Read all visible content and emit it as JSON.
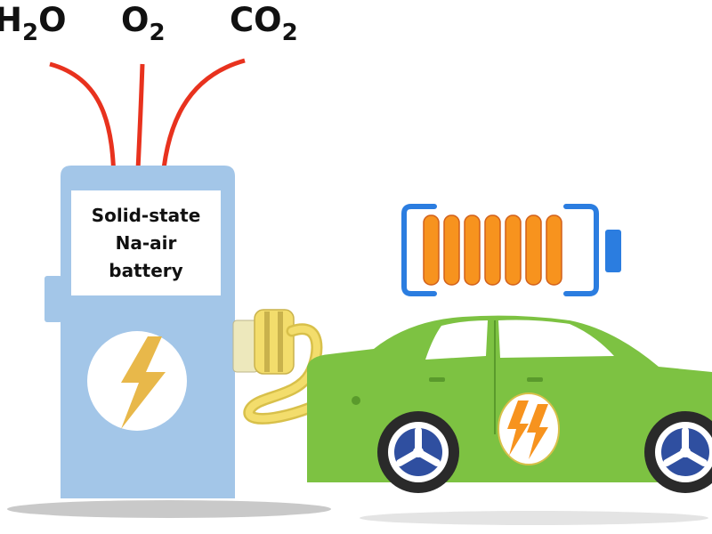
{
  "gases": {
    "h2o": {
      "main": "H",
      "sub": "2",
      "tail": "O"
    },
    "o2": {
      "main": "O",
      "sub": "2"
    },
    "co2": {
      "main": "CO",
      "sub": "2"
    }
  },
  "station": {
    "label_line1": "Solid-state",
    "label_line2": "Na-air",
    "label_line3": "battery"
  },
  "battery_gauge": {
    "segments": 7,
    "charge_fraction": 1.0
  },
  "colors": {
    "arrow": "#e8321e",
    "station_body": "#a3c6e8",
    "station_shadow": "#c9c9c9",
    "car_body": "#7dc242",
    "car_window": "#ffffff",
    "battery_frame": "#2b7de0",
    "battery_cell": "#f7931e",
    "bolt": "#e8b84a",
    "cable": "#f3dd6c"
  },
  "icons": [
    "lightning-bolt-icon",
    "double-lightning-icon",
    "battery-icon",
    "car-wheel-icon",
    "plug-connector-icon"
  ]
}
